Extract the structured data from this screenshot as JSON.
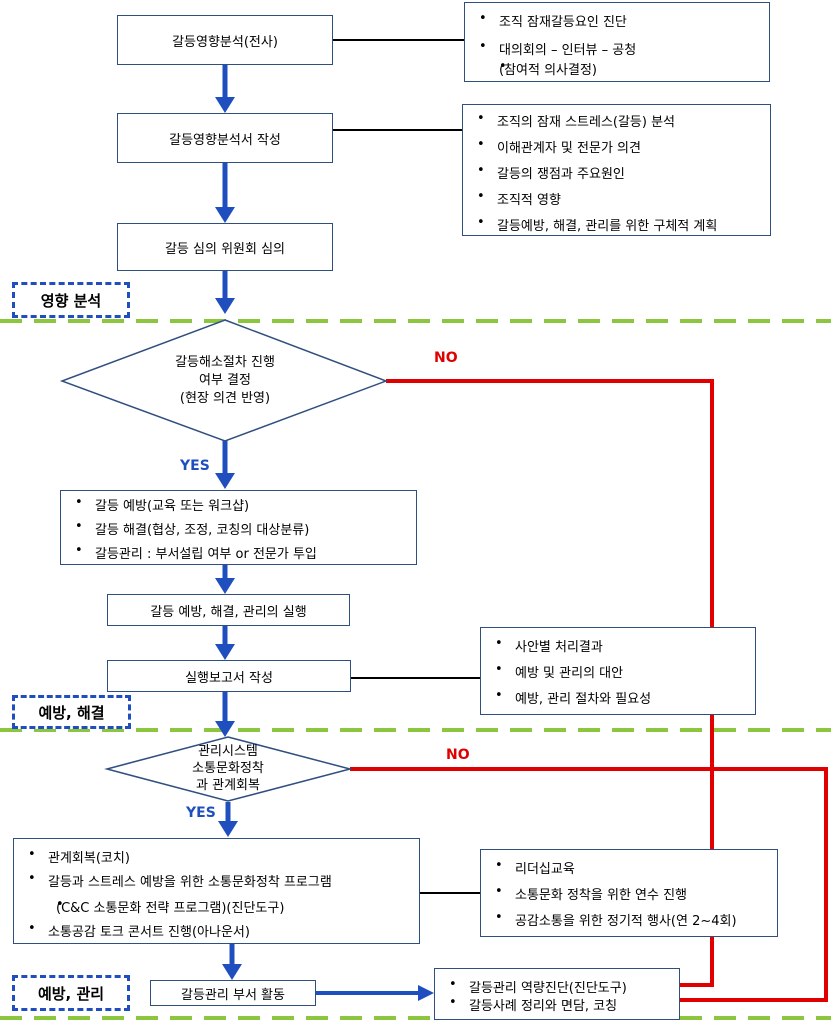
{
  "boxes": {
    "b1": "갈등영향분석(전사)",
    "b2": "갈등영향분석서 작성",
    "b3": "갈등 심의 위원회 심의",
    "b4": "갈등 예방, 해결, 관리의 실행",
    "b5": "실행보고서 작성",
    "b6": "갈등관리 부서 활동"
  },
  "lists": {
    "l1": [
      "조직 잠재갈등요인 진단",
      "대의회의 – 인터뷰 – 공청",
      "(참여적 의사결정)"
    ],
    "l2": [
      "조직의 잠재 스트레스(갈등) 분석",
      "이해관계자 및 전문가 의견",
      "갈등의 쟁점과 주요원인",
      "조직적 영향",
      "갈등예방, 해결, 관리를 위한 구체적 계획"
    ],
    "l3": [
      "갈등 예방(교육 또는 워크샵)",
      "갈등 해결(협상, 조정, 코칭의 대상분류)",
      "갈등관리 : 부서설립 여부 or 전문가 투입"
    ],
    "l4": [
      "사안별 처리결과",
      "예방 및 관리의 대안",
      "예방, 관리 절차와 필요성"
    ],
    "l5": [
      "관계회복(코치)",
      "갈등과 스트레스 예방을 위한 소통문화정착 프로그램",
      "(C&C 소통문화 전략 프로그램)(진단도구)",
      "소통공감 토크 콘서트 진행(아나운서)"
    ],
    "l6": [
      "리더십교육",
      "소통문화 정착을 위한 연수 진행",
      "공감소통을 위한 정기적 행사(연 2~4회)"
    ],
    "l7": [
      "갈등관리 역량진단(진단도구)",
      "갈등사례 정리와 면담, 코칭"
    ]
  },
  "decisions": {
    "d1": [
      "갈등해소절차 진행",
      "여부 결정",
      "(현장 의견 반영)"
    ],
    "d2": [
      "관리시스템",
      "소통문화정착",
      "과 관계회복"
    ]
  },
  "stages": {
    "s1": "영향 분석",
    "s2": "예방, 해결",
    "s3": "예방, 관리"
  },
  "labels": {
    "yes": "YES",
    "no": "NO"
  },
  "colors": {
    "flow_arrow": "#1f4fbf",
    "no_path": "#e00000",
    "stage_divider": "#8cc63f",
    "box_border": "#2f4f7f"
  }
}
